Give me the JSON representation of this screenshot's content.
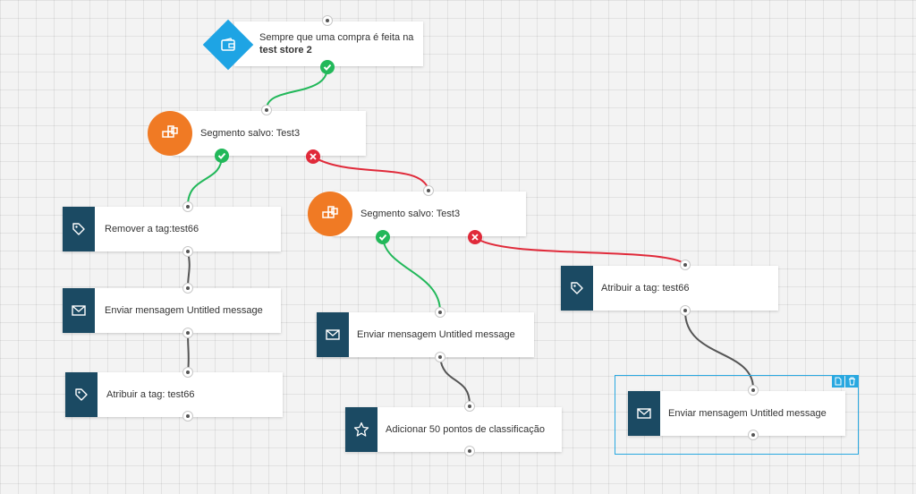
{
  "workflow": {
    "trigger": {
      "line1": "Sempre que uma compra é feita na",
      "store": "test store 2",
      "icon": "wallet-icon"
    },
    "segment1": {
      "label": "Segmento salvo: Test3",
      "icon": "segment-icon"
    },
    "segment2": {
      "label": "Segmento salvo: Test3",
      "icon": "segment-icon"
    },
    "remove_tag": {
      "label": "Remover a tag:test66",
      "icon": "tag-icon"
    },
    "send_message_1": {
      "label": "Enviar mensagem Untitled message",
      "icon": "envelope-icon"
    },
    "assign_tag_1": {
      "label": "Atribuir a tag: test66",
      "icon": "tag-icon"
    },
    "send_message_2": {
      "label": "Enviar mensagem Untitled message",
      "icon": "envelope-icon"
    },
    "add_points": {
      "label": "Adicionar 50 pontos de classificação",
      "icon": "star-icon"
    },
    "assign_tag_2": {
      "label": "Atribuir a tag: test66",
      "icon": "tag-icon"
    },
    "send_message_3": {
      "label": "Enviar mensagem Untitled message",
      "icon": "envelope-icon",
      "selected": true
    }
  },
  "colors": {
    "yes": "#22b85a",
    "no": "#e02a3a",
    "neutral_line": "#555555",
    "action_icon_bg": "#1b4a63",
    "segment_icon_bg": "#f07a24",
    "trigger_icon_bg": "#1ea4e4",
    "selection": "#29a8e0"
  }
}
